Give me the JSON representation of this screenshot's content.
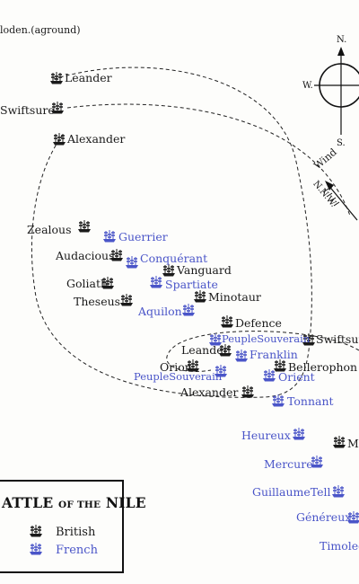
{
  "map": {
    "title_prefix": "ATTLE ",
    "title_of": "OF THE",
    "title_suffix": " NILE",
    "legend": {
      "british_label": "British",
      "french_label": "French"
    },
    "compass": {
      "n": "N.",
      "w": "W.",
      "s": "S."
    },
    "wind": {
      "label": "Wind",
      "direction": "N.N.W."
    },
    "colors": {
      "british": "#1a1a1a",
      "french": "#4a55c8"
    },
    "top_note": "loden.(aground)",
    "british_ships": {
      "leander_top": "Leander",
      "swiftsure_top": "Swiftsure",
      "alexander_top": "Alexander",
      "zealous": "Zealous",
      "audacious": "Audacious",
      "vanguard": "Vanguard",
      "goliath": "Goliath",
      "theseus": "Theseus",
      "minotaur": "Minotaur",
      "defence": "Defence",
      "swiftsure_right": "Swiftsure",
      "leander_mid": "Leander",
      "orion": "Orion",
      "bellerophon": "Bellerophon",
      "alexander_bottom": "Alexander",
      "majestic_partial": "Ma"
    },
    "french_ships": {
      "guerrier": "Guerrier",
      "conquerant": "Conquérant",
      "spartiate": "Spartiate",
      "aquilon": "Aquilon",
      "peuple_souverain_1": "PeupleSouverain",
      "franklin": "Franklin",
      "peuple_souverain_2": "PeupleSouverain",
      "orient": "Orient",
      "tonnant": "Tonnant",
      "heureux": "Heureux",
      "mercure": "Mercure",
      "guillaume_tell": "GuillaumeTell",
      "genereux": "Généreux",
      "timoleon_partial": "Timoleo"
    }
  }
}
